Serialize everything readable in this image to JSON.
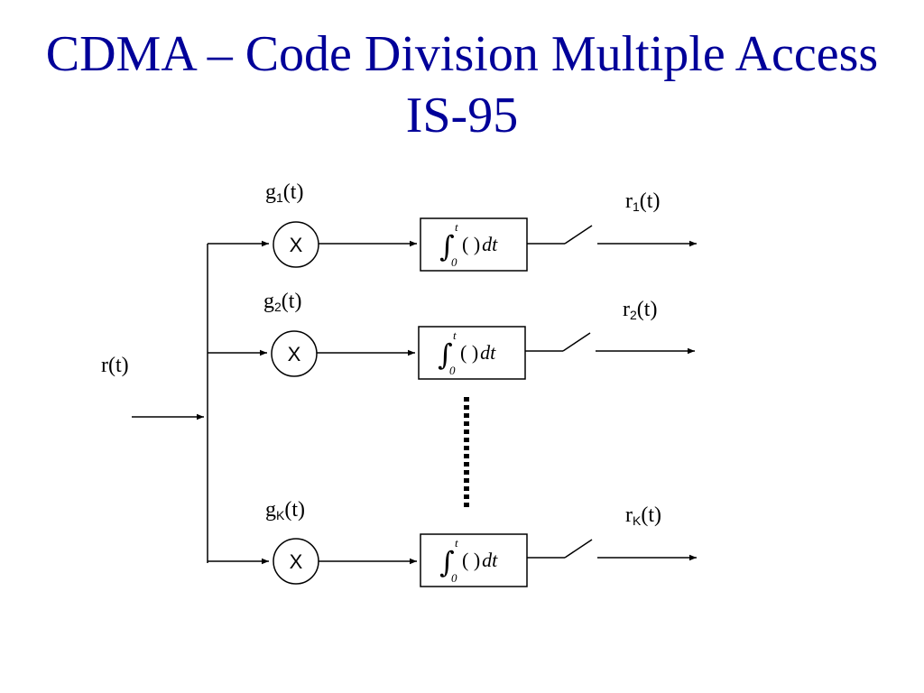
{
  "slide": {
    "title_line1": "CDMA – Code Division Multiple Access",
    "title_line2": "IS-95"
  },
  "diagram": {
    "input_label": "r(t)",
    "multiplier_symbol": "X",
    "integrator": {
      "upper_limit": "t",
      "lower_limit": "0",
      "symbol": "∫",
      "body": "( )",
      "differential": "dt"
    },
    "branches": [
      {
        "code_base": "g",
        "code_sub": "1",
        "code_arg": "(t)",
        "out_base": "r",
        "out_sub": "1",
        "out_arg": "(t)"
      },
      {
        "code_base": "g",
        "code_sub": "2",
        "code_arg": "(t)",
        "out_base": "r",
        "out_sub": "2",
        "out_arg": "(t)"
      },
      {
        "code_base": "g",
        "code_sub": "K",
        "code_arg": "(t)",
        "out_base": "r",
        "out_sub": "K",
        "out_arg": "(t)"
      }
    ]
  }
}
